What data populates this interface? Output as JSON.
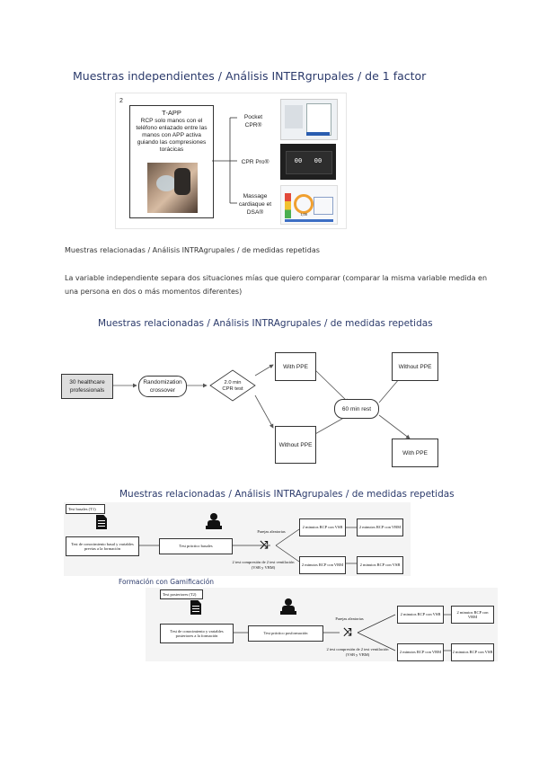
{
  "heading1": "Muestras independientes / Análisis INTERgrupales / de 1 factor",
  "figure1": {
    "number": "2",
    "tapp": {
      "title": "T-APP",
      "desc": "RCP solo manos con el teléfono enlazado entre las manos con APP activa guiando las compresiones torácicas"
    },
    "branches": [
      {
        "label": "Pocket CPR®"
      },
      {
        "label": "CPR Pro®"
      },
      {
        "label": "Massage cardiaque et DSA®"
      }
    ],
    "screen_values": [
      "00",
      "00"
    ],
    "gauge_value": "1,00"
  },
  "para1": "Muestras relacionadas / Análisis INTRAgrupales / de medidas repetidas",
  "para2": "La variable independiente separa dos situaciones mías que quiero comparar (comparar la misma variable medida en una persona en dos o más momentos diferentes)",
  "heading2": "Muestras relacionadas / Análisis INTRAgrupales / de medidas repetidas",
  "flow2": {
    "start": "30 healthcare professionals",
    "random": "Randomization crossover",
    "diamond": "2.0 min CPR test",
    "with_ppe_1": "With PPE",
    "without_ppe_1": "Without PPE",
    "rest": "60 min rest",
    "without_ppe_2": "Without PPE",
    "with_ppe_2": "With PPE"
  },
  "heading3": "Muestras relacionadas / Análisis INTRAgrupales / de medidas repetidas",
  "flow3": {
    "tag": "Test basales (T1)",
    "knowledge": "Test de conocimiento basal y variables previas a la formación",
    "practical": "Test práctico basales",
    "random": "Parejas aleatorias",
    "tests": "2 test compresión de 2 test ventilación (VSB y VBM)",
    "rcp_vsb": "2 minutos RCP con VSB",
    "rcp_vbm": "2 minutos RCP con VBM",
    "rcp_vbm2": "2 minutos RCP con VBM",
    "rcp_vsb2": "2 minutos RCP con VSB"
  },
  "gam_label": "Formación con Gamificación",
  "flow4": {
    "tag": "Test posteriores (T2)",
    "knowledge": "Test de conocimiento y variables posteriores a la formación",
    "practical": "Test práctico posformación",
    "random": "Parejas aleatorias",
    "tests": "2 test compresión de 2 test ventilación (VSB y VBM)",
    "rcp_vsb": "2 minutos RCP con VSB",
    "rcp_vbm": "2 minutos RCP con VBM",
    "rcp_vbm2": "2 minutos RCP con VBM",
    "rcp_vsb2": "2 minutos RCP con VSB"
  }
}
